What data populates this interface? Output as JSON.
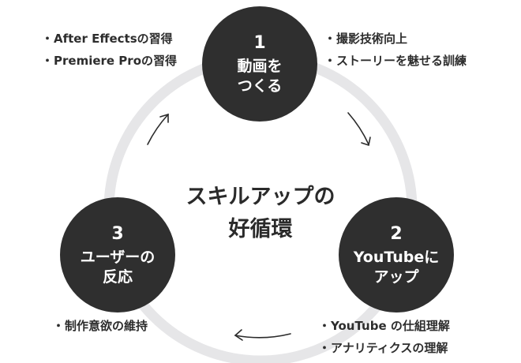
{
  "colors": {
    "ring": "#e6e6e8",
    "node": "#2f2f2f",
    "text": "#2b2b2b"
  },
  "center": {
    "line1": "スキルアップの",
    "line2": "好循環"
  },
  "nodes": [
    {
      "number": "1",
      "line1": "動画を",
      "line2": "つくる"
    },
    {
      "number": "2",
      "line1": "YouTubeに",
      "line2": "アップ"
    },
    {
      "number": "3",
      "line1": "ユーザーの",
      "line2": "反応"
    }
  ],
  "bullets": {
    "top_left": [
      "After Effectsの習得",
      "Premiere Proの習得"
    ],
    "top_right": [
      "撮影技術向上",
      "ストーリーを魅せる訓練"
    ],
    "bottom_right": [
      "YouTube の仕組理解",
      "アナリティクスの理解"
    ],
    "bottom_left": [
      "制作意欲の維持"
    ]
  },
  "bullet_mark": "・"
}
